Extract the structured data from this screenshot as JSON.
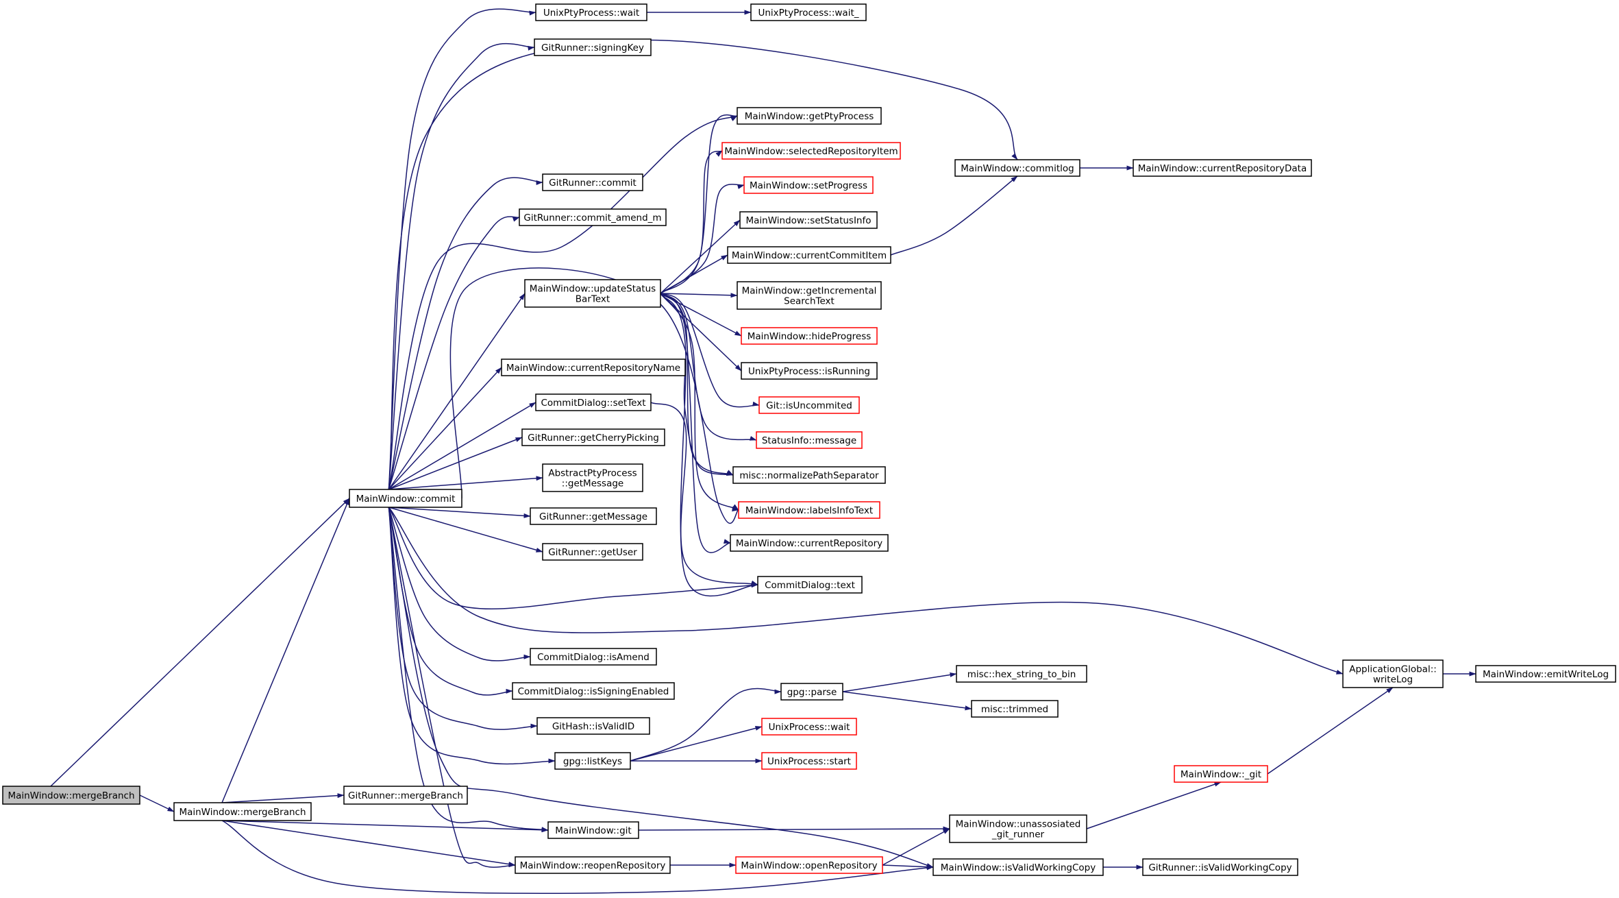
{
  "graph": {
    "colors": {
      "edge": "#191970",
      "node_border": "#000000",
      "truncated_border": "#ff0000",
      "node_fill": "#ffffff",
      "root_fill": "#bfbfbf",
      "background": "#ffffff"
    },
    "nodes": [
      {
        "id": "root",
        "label": [
          "MainWindow::mergeBranch"
        ],
        "style": "root"
      },
      {
        "id": "mergeBranch2",
        "label": [
          "MainWindow::mergeBranch"
        ],
        "style": "normal"
      },
      {
        "id": "gitRunnerMergeBranch",
        "label": [
          "GitRunner::mergeBranch"
        ],
        "style": "normal"
      },
      {
        "id": "commit",
        "label": [
          "MainWindow::commit"
        ],
        "style": "normal"
      },
      {
        "id": "ptyWait",
        "label": [
          "UnixPtyProcess::wait"
        ],
        "style": "normal"
      },
      {
        "id": "ptyWaitUnderscore",
        "label": [
          "UnixPtyProcess::wait_"
        ],
        "style": "normal"
      },
      {
        "id": "signingKey",
        "label": [
          "GitRunner::signingKey"
        ],
        "style": "normal"
      },
      {
        "id": "gitRunnerCommit",
        "label": [
          "GitRunner::commit"
        ],
        "style": "normal"
      },
      {
        "id": "commitAmend",
        "label": [
          "GitRunner::commit_amend_m"
        ],
        "style": "normal"
      },
      {
        "id": "updateStatusBarText",
        "label": [
          "MainWindow::updateStatus",
          "BarText"
        ],
        "style": "normal"
      },
      {
        "id": "currentRepositoryName",
        "label": [
          "MainWindow::currentRepositoryName"
        ],
        "style": "normal"
      },
      {
        "id": "setText",
        "label": [
          "CommitDialog::setText"
        ],
        "style": "normal"
      },
      {
        "id": "getCherryPicking",
        "label": [
          "GitRunner::getCherryPicking"
        ],
        "style": "normal"
      },
      {
        "id": "abstractGetMessage",
        "label": [
          "AbstractPtyProcess",
          "::getMessage"
        ],
        "style": "normal"
      },
      {
        "id": "gitRunnerGetMessage",
        "label": [
          "GitRunner::getMessage"
        ],
        "style": "normal"
      },
      {
        "id": "getUser",
        "label": [
          "GitRunner::getUser"
        ],
        "style": "normal"
      },
      {
        "id": "isAmend",
        "label": [
          "CommitDialog::isAmend"
        ],
        "style": "normal"
      },
      {
        "id": "isSigningEnabled",
        "label": [
          "CommitDialog::isSigningEnabled"
        ],
        "style": "normal"
      },
      {
        "id": "isValidID",
        "label": [
          "GitHash::isValidID"
        ],
        "style": "normal"
      },
      {
        "id": "listKeys",
        "label": [
          "gpg::listKeys"
        ],
        "style": "normal"
      },
      {
        "id": "mwGit",
        "label": [
          "MainWindow::git"
        ],
        "style": "normal"
      },
      {
        "id": "reopenRepository",
        "label": [
          "MainWindow::reopenRepository"
        ],
        "style": "normal"
      },
      {
        "id": "getPtyProcess",
        "label": [
          "MainWindow::getPtyProcess"
        ],
        "style": "normal"
      },
      {
        "id": "selectedRepositoryItem",
        "label": [
          "MainWindow::selectedRepositoryItem"
        ],
        "style": "truncated"
      },
      {
        "id": "setProgress",
        "label": [
          "MainWindow::setProgress"
        ],
        "style": "truncated"
      },
      {
        "id": "setStatusInfo",
        "label": [
          "MainWindow::setStatusInfo"
        ],
        "style": "normal"
      },
      {
        "id": "currentCommitItem",
        "label": [
          "MainWindow::currentCommitItem"
        ],
        "style": "normal"
      },
      {
        "id": "getIncrementalSearchText",
        "label": [
          "MainWindow::getIncremental",
          "SearchText"
        ],
        "style": "normal"
      },
      {
        "id": "hideProgress",
        "label": [
          "MainWindow::hideProgress"
        ],
        "style": "truncated"
      },
      {
        "id": "isRunning",
        "label": [
          "UnixPtyProcess::isRunning"
        ],
        "style": "normal"
      },
      {
        "id": "isUncommited",
        "label": [
          "Git::isUncommited"
        ],
        "style": "truncated"
      },
      {
        "id": "statusInfoMessage",
        "label": [
          "StatusInfo::message"
        ],
        "style": "truncated"
      },
      {
        "id": "normalizePathSeparator",
        "label": [
          "misc::normalizePathSeparator"
        ],
        "style": "normal"
      },
      {
        "id": "labelsInfoText",
        "label": [
          "MainWindow::labelsInfoText"
        ],
        "style": "truncated"
      },
      {
        "id": "currentRepository",
        "label": [
          "MainWindow::currentRepository"
        ],
        "style": "normal"
      },
      {
        "id": "commitDialogText",
        "label": [
          "CommitDialog::text"
        ],
        "style": "normal"
      },
      {
        "id": "commitlog",
        "label": [
          "MainWindow::commitlog"
        ],
        "style": "normal"
      },
      {
        "id": "currentRepositoryData",
        "label": [
          "MainWindow::currentRepositoryData"
        ],
        "style": "normal"
      },
      {
        "id": "gpgParse",
        "label": [
          "gpg::parse"
        ],
        "style": "normal"
      },
      {
        "id": "hexStringToBin",
        "label": [
          "misc::hex_string_to_bin"
        ],
        "style": "normal"
      },
      {
        "id": "trimmed",
        "label": [
          "misc::trimmed"
        ],
        "style": "normal"
      },
      {
        "id": "unixProcessWait",
        "label": [
          "UnixProcess::wait"
        ],
        "style": "truncated"
      },
      {
        "id": "unixProcessStart",
        "label": [
          "UnixProcess::start"
        ],
        "style": "truncated"
      },
      {
        "id": "openRepository",
        "label": [
          "MainWindow::openRepository"
        ],
        "style": "truncated"
      },
      {
        "id": "unassosiatedGitRunner",
        "label": [
          "MainWindow::unassosiated",
          "_git_runner"
        ],
        "style": "normal"
      },
      {
        "id": "isValidWorkingCopy",
        "label": [
          "MainWindow::isValidWorkingCopy"
        ],
        "style": "normal"
      },
      {
        "id": "gitRunnerIsValidWorkingCopy",
        "label": [
          "GitRunner::isValidWorkingCopy"
        ],
        "style": "normal"
      },
      {
        "id": "mwUnderscoreGit",
        "label": [
          "MainWindow::_git"
        ],
        "style": "truncated"
      },
      {
        "id": "writeLog",
        "label": [
          "ApplicationGlobal::",
          "writeLog"
        ],
        "style": "normal"
      },
      {
        "id": "emitWriteLog",
        "label": [
          "MainWindow::emitWriteLog"
        ],
        "style": "normal"
      }
    ],
    "edges": [
      [
        "root",
        "mergeBranch2"
      ],
      [
        "root",
        "commit"
      ],
      [
        "mergeBranch2",
        "gitRunnerMergeBranch"
      ],
      [
        "mergeBranch2",
        "commit"
      ],
      [
        "mergeBranch2",
        "mwGit"
      ],
      [
        "mergeBranch2",
        "reopenRepository"
      ],
      [
        "mergeBranch2",
        "isValidWorkingCopy"
      ],
      [
        "commit",
        "ptyWait"
      ],
      [
        "commit",
        "signingKey"
      ],
      [
        "commit",
        "commitlog"
      ],
      [
        "commit",
        "gitRunnerCommit"
      ],
      [
        "commit",
        "commitAmend"
      ],
      [
        "commit",
        "getPtyProcess"
      ],
      [
        "commit",
        "updateStatusBarText"
      ],
      [
        "commit",
        "labelsInfoText"
      ],
      [
        "commit",
        "currentRepositoryName"
      ],
      [
        "commit",
        "setText"
      ],
      [
        "commit",
        "getCherryPicking"
      ],
      [
        "commit",
        "abstractGetMessage"
      ],
      [
        "commit",
        "gitRunnerGetMessage"
      ],
      [
        "commit",
        "getUser"
      ],
      [
        "commit",
        "commitDialogText"
      ],
      [
        "commit",
        "writeLog"
      ],
      [
        "commit",
        "isAmend"
      ],
      [
        "commit",
        "isSigningEnabled"
      ],
      [
        "commit",
        "isValidID"
      ],
      [
        "commit",
        "listKeys"
      ],
      [
        "commit",
        "mwGit"
      ],
      [
        "commit",
        "reopenRepository"
      ],
      [
        "commit",
        "isValidWorkingCopy"
      ],
      [
        "ptyWait",
        "ptyWaitUnderscore"
      ],
      [
        "updateStatusBarText",
        "getPtyProcess"
      ],
      [
        "updateStatusBarText",
        "selectedRepositoryItem"
      ],
      [
        "updateStatusBarText",
        "setProgress"
      ],
      [
        "updateStatusBarText",
        "setStatusInfo"
      ],
      [
        "updateStatusBarText",
        "currentCommitItem"
      ],
      [
        "updateStatusBarText",
        "getIncrementalSearchText"
      ],
      [
        "updateStatusBarText",
        "hideProgress"
      ],
      [
        "updateStatusBarText",
        "isRunning"
      ],
      [
        "updateStatusBarText",
        "isUncommited"
      ],
      [
        "updateStatusBarText",
        "statusInfoMessage"
      ],
      [
        "updateStatusBarText",
        "normalizePathSeparator"
      ],
      [
        "updateStatusBarText",
        "labelsInfoText"
      ],
      [
        "updateStatusBarText",
        "currentRepository"
      ],
      [
        "updateStatusBarText",
        "commitDialogText"
      ],
      [
        "currentRepositoryName",
        "normalizePathSeparator"
      ],
      [
        "setText",
        "commitDialogText"
      ],
      [
        "currentCommitItem",
        "commitlog"
      ],
      [
        "commitlog",
        "currentRepositoryData"
      ],
      [
        "listKeys",
        "gpgParse"
      ],
      [
        "listKeys",
        "unixProcessWait"
      ],
      [
        "listKeys",
        "unixProcessStart"
      ],
      [
        "gpgParse",
        "hexStringToBin"
      ],
      [
        "gpgParse",
        "trimmed"
      ],
      [
        "mwGit",
        "unassosiatedGitRunner"
      ],
      [
        "reopenRepository",
        "openRepository"
      ],
      [
        "openRepository",
        "unassosiatedGitRunner"
      ],
      [
        "openRepository",
        "isValidWorkingCopy"
      ],
      [
        "unassosiatedGitRunner",
        "mwUnderscoreGit"
      ],
      [
        "mwUnderscoreGit",
        "writeLog"
      ],
      [
        "isValidWorkingCopy",
        "gitRunnerIsValidWorkingCopy"
      ],
      [
        "writeLog",
        "emitWriteLog"
      ]
    ]
  }
}
